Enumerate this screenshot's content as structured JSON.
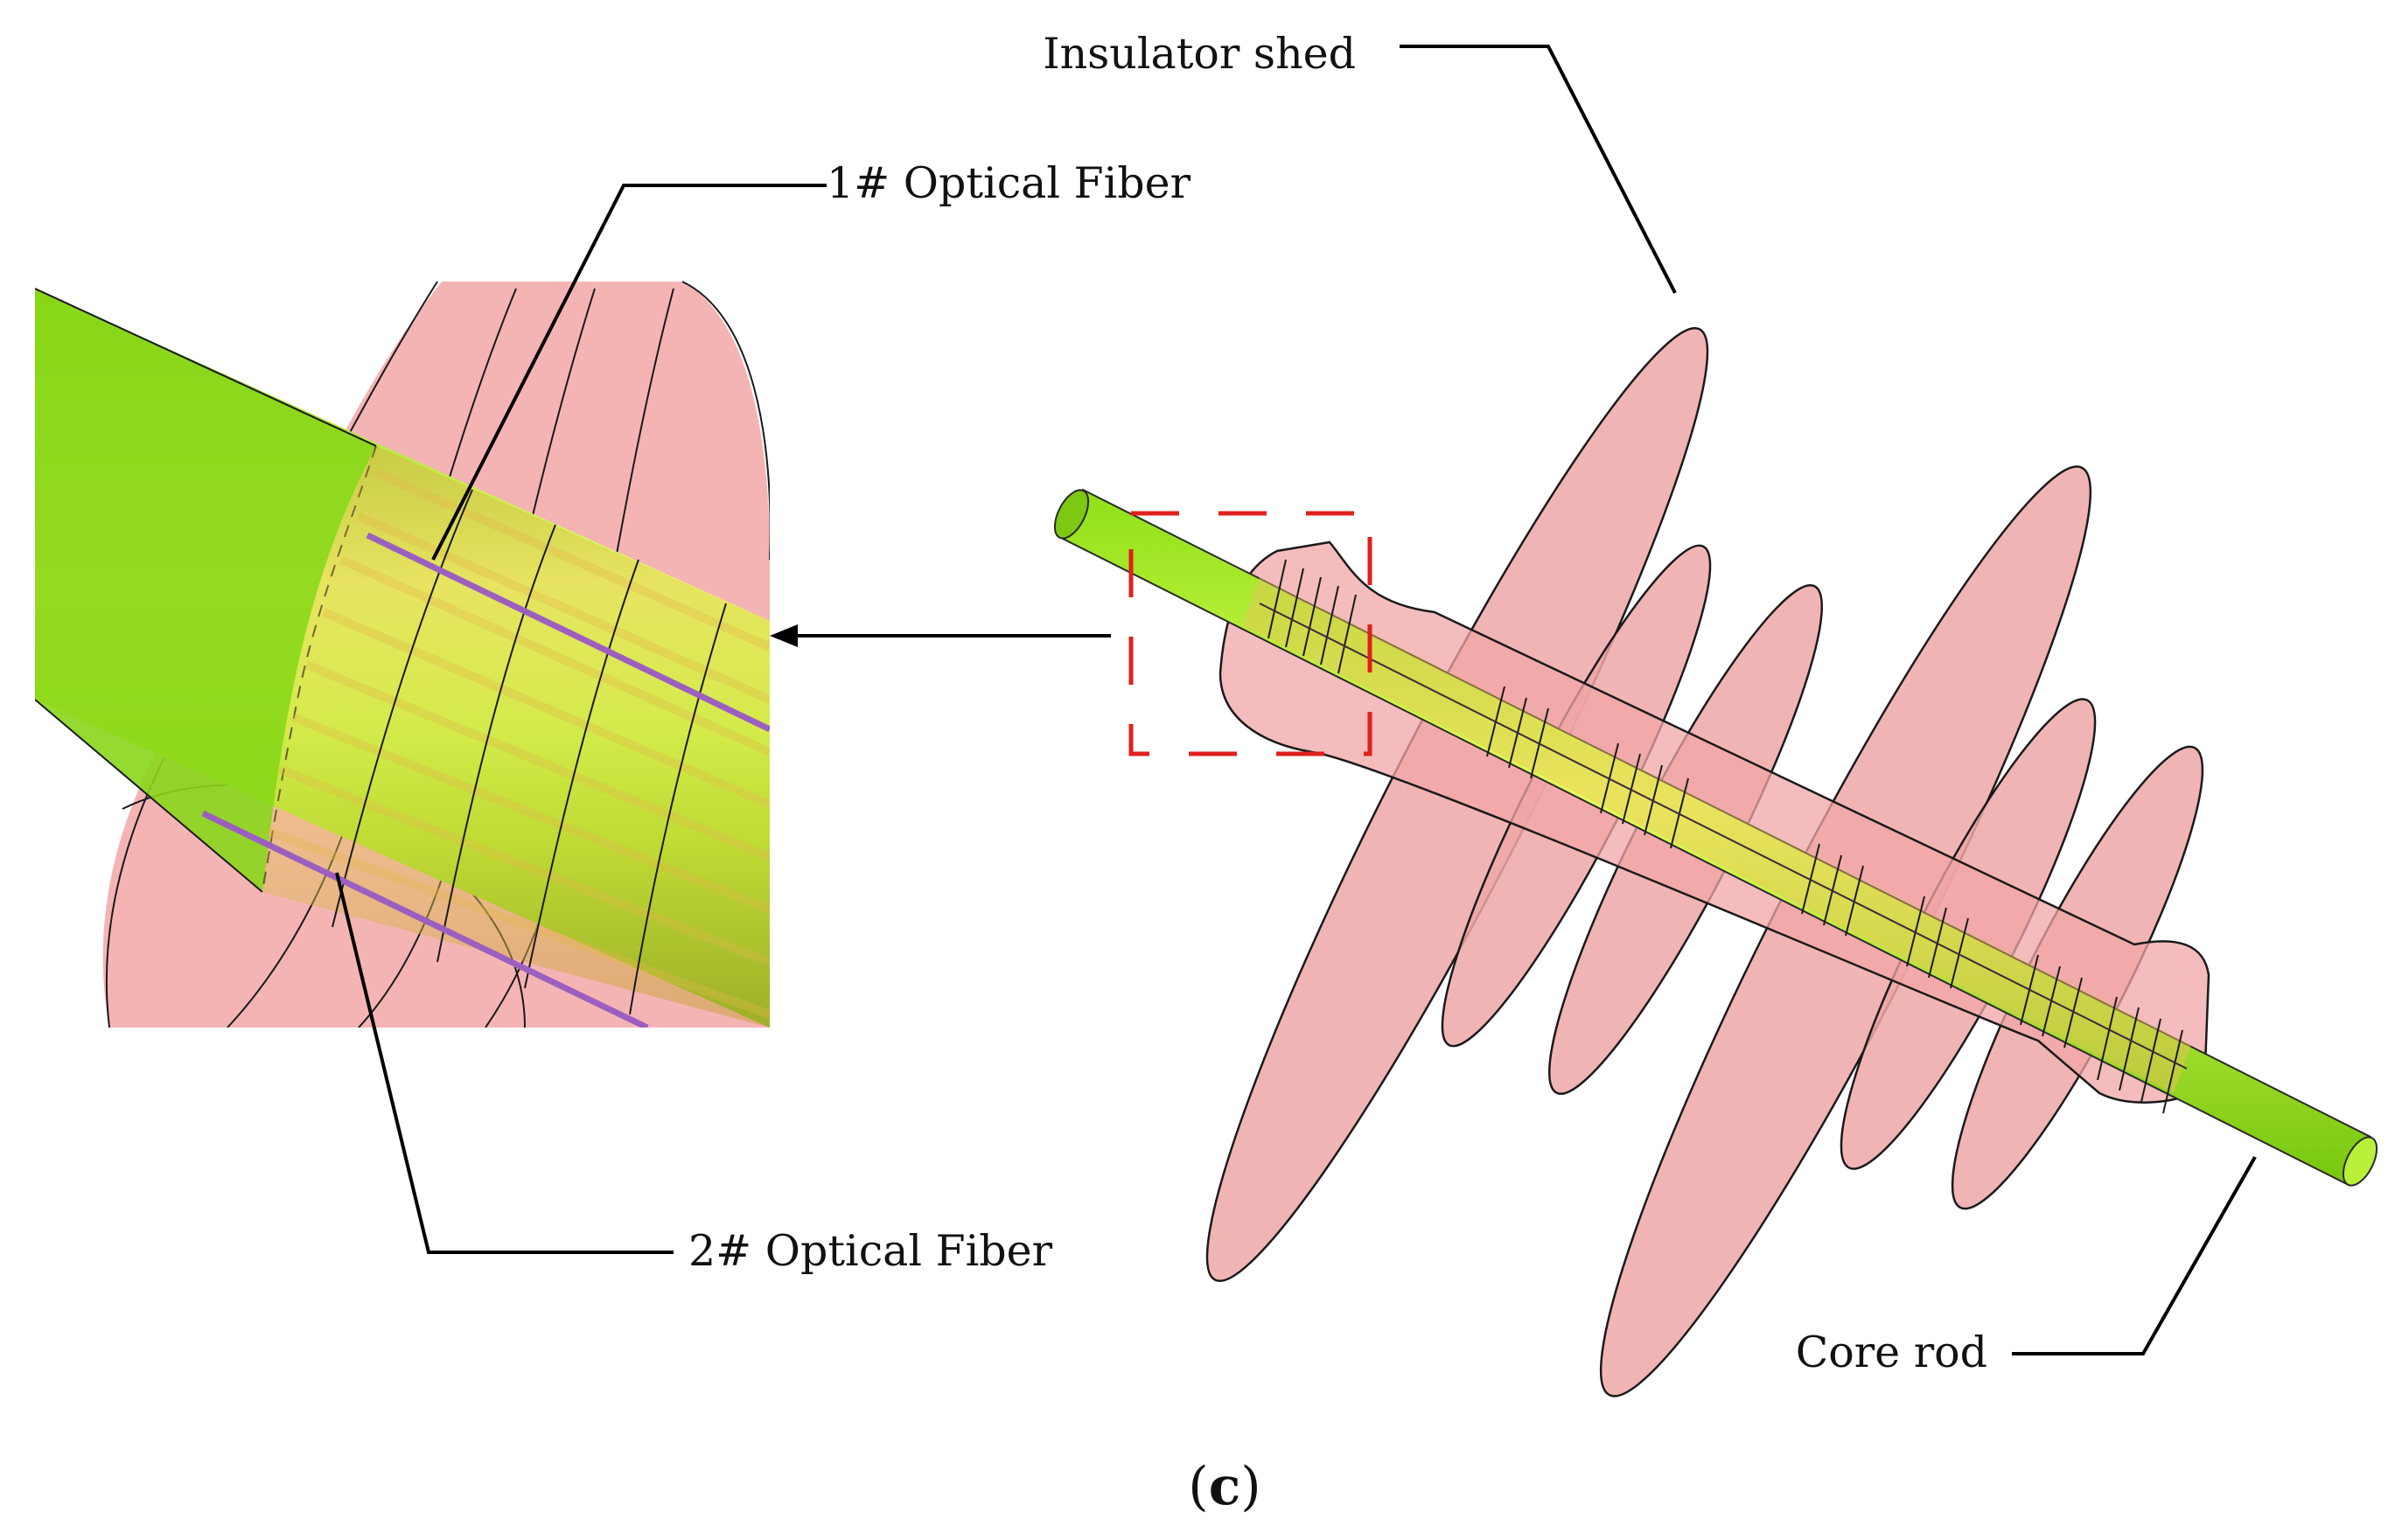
{
  "labels": {
    "insulator_shed": "Insulator shed",
    "fiber_1": "1# Optical Fiber",
    "fiber_2": "2# Optical Fiber",
    "core_rod": "Core rod"
  },
  "caption": {
    "open": "(",
    "letter": "c",
    "close": ")"
  },
  "colors": {
    "core_rod_light": "#e8ff5a",
    "core_rod": "#a6f01a",
    "core_rod_dark": "#72c810",
    "shed": "#f0a6a6",
    "fiber": "#9b5fc0",
    "zoom_box": "#e0201c"
  }
}
